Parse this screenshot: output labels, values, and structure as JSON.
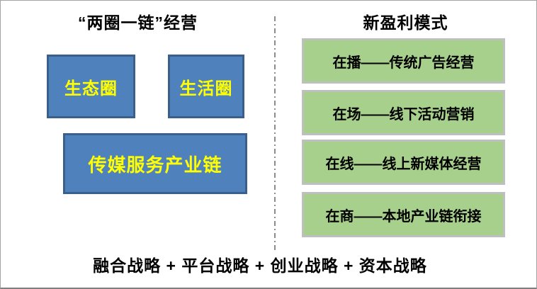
{
  "canvas": {
    "background": "#ffffff",
    "border_color": "#a3a3a3"
  },
  "left_panel": {
    "title": "“两圈一链”经营",
    "boxes": [
      {
        "label": "生态圈"
      },
      {
        "label": "生活圈"
      },
      {
        "label": "传媒服务产业链"
      }
    ],
    "box_fill": "#4F81BD",
    "box_border": "#3A5F8C",
    "box_text_color": "#FFFF00"
  },
  "right_panel": {
    "title": "新盈利模式",
    "items": [
      "在播——传统广告经营",
      "在场——线下活动营销",
      "在线——线上新媒体经营",
      "在商——本地产业链衔接"
    ],
    "box_fill": "#A7D08C",
    "box_border": "#BFBFBF",
    "box_text_color": "#000000"
  },
  "divider": {
    "style": "dash-dot",
    "color": "#8c8c8c"
  },
  "footer": {
    "text": "融合战略 + 平台战略 + 创业战略 + 资本战略"
  }
}
